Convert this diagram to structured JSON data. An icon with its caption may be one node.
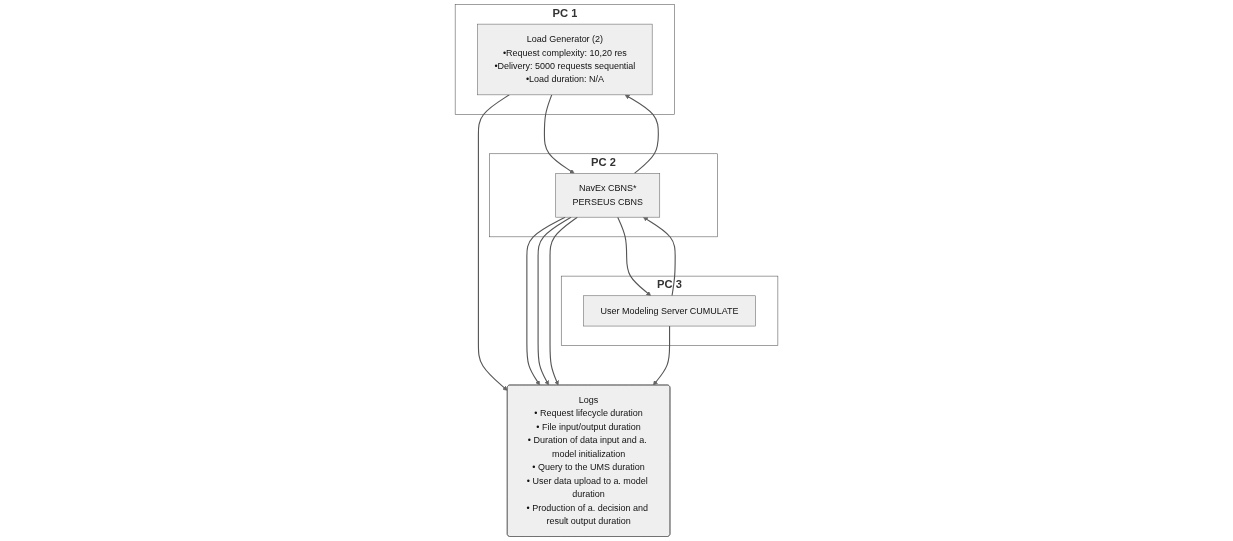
{
  "diagram": {
    "nodes": [
      {
        "text": [
          "PC 1"
        ]
      },
      {
        "text": [
          "Load Generator (2)",
          "•Request complexity: 10,20 res",
          "•Delivery: 5000 requests sequential",
          "•Load duration: N/A"
        ],
        "in": 0
      },
      {
        "text": [
          "PC 2"
        ]
      },
      {
        "text": [
          "NavEx CBNS*",
          "PERSEUS CBNS"
        ],
        "in": 2
      },
      {
        "text": [
          "PC 3"
        ]
      },
      {
        "text": [
          "User Modeling Server CUMULATE"
        ],
        "in": 4
      },
      {
        "text": [
          "Logs",
          "• Request lifecycle duration",
          "• File input/output duration",
          "• Duration of data input and a. model initialization",
          "• Query to the UMS duration",
          "• User data upload to a. model duration",
          "• Production of a. decision and result output duration"
        ]
      }
    ],
    "edges": [
      {
        "from": 1,
        "to": 3,
        "arrow": "to"
      },
      {
        "from": 3,
        "to": 1,
        "arrow": "to"
      },
      {
        "from": 3,
        "to": 5,
        "arrow": "to"
      },
      {
        "from": 5,
        "to": 3,
        "arrow": "to"
      },
      {
        "from": 1,
        "to": 6,
        "arrow": "to"
      },
      {
        "from": 3,
        "to": 6,
        "arrow": "to"
      },
      {
        "from": 3,
        "to": 6,
        "arrow": "to"
      },
      {
        "from": 3,
        "to": 6,
        "arrow": "to"
      },
      {
        "from": 5,
        "to": 6,
        "arrow": "to"
      }
    ]
  }
}
